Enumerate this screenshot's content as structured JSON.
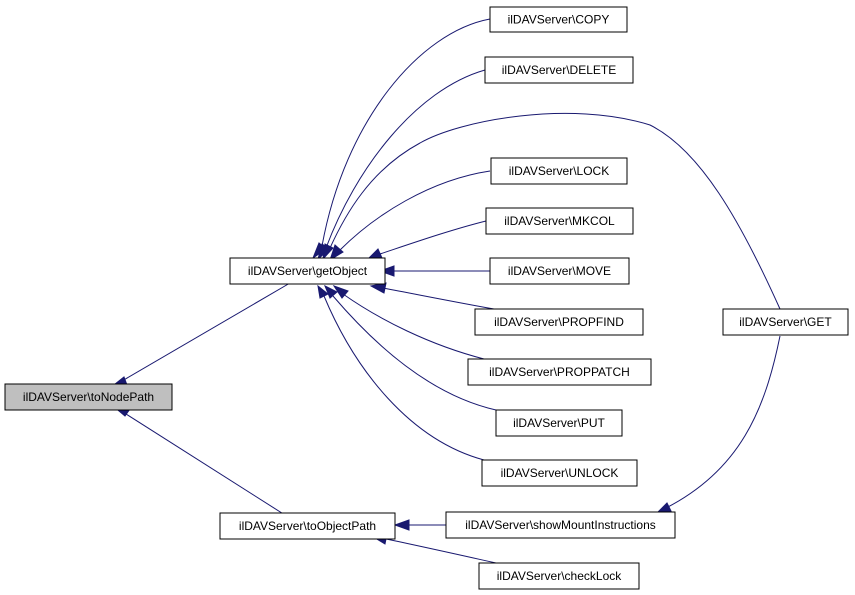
{
  "nodes": {
    "toNodePath": "ilDAVServer\\toNodePath",
    "getObject": "ilDAVServer\\getObject",
    "toObjectPath": "ilDAVServer\\toObjectPath",
    "copy": "ilDAVServer\\COPY",
    "delete": "ilDAVServer\\DELETE",
    "lock": "ilDAVServer\\LOCK",
    "mkcol": "ilDAVServer\\MKCOL",
    "move": "ilDAVServer\\MOVE",
    "propfind": "ilDAVServer\\PROPFIND",
    "proppatch": "ilDAVServer\\PROPPATCH",
    "put": "ilDAVServer\\PUT",
    "unlock": "ilDAVServer\\UNLOCK",
    "get": "ilDAVServer\\GET",
    "showMountInstructions": "ilDAVServer\\showMountInstructions",
    "checkLock": "ilDAVServer\\checkLock"
  },
  "colors": {
    "edge": "#191970",
    "focus_fill": "#bfbfbf"
  }
}
